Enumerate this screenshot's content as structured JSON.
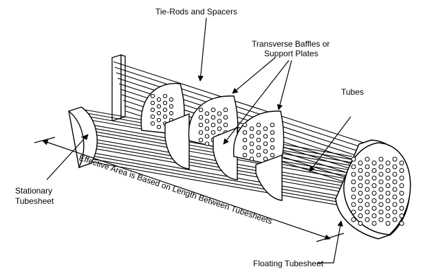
{
  "diagram": {
    "labels": {
      "tie_rods": "Tie-Rods and Spacers",
      "baffles_line1": "Transverse Baffles or",
      "baffles_line2": "Support Plates",
      "tubes": "Tubes",
      "stationary_line1": "Stationary",
      "stationary_line2": "Tubesheet",
      "effective_area": "Effective Area is Based on Length Between Tubesheets",
      "floating": "Floating Tubesheet"
    },
    "colors": {
      "ink": "#000000",
      "paper": "#ffffff"
    }
  }
}
